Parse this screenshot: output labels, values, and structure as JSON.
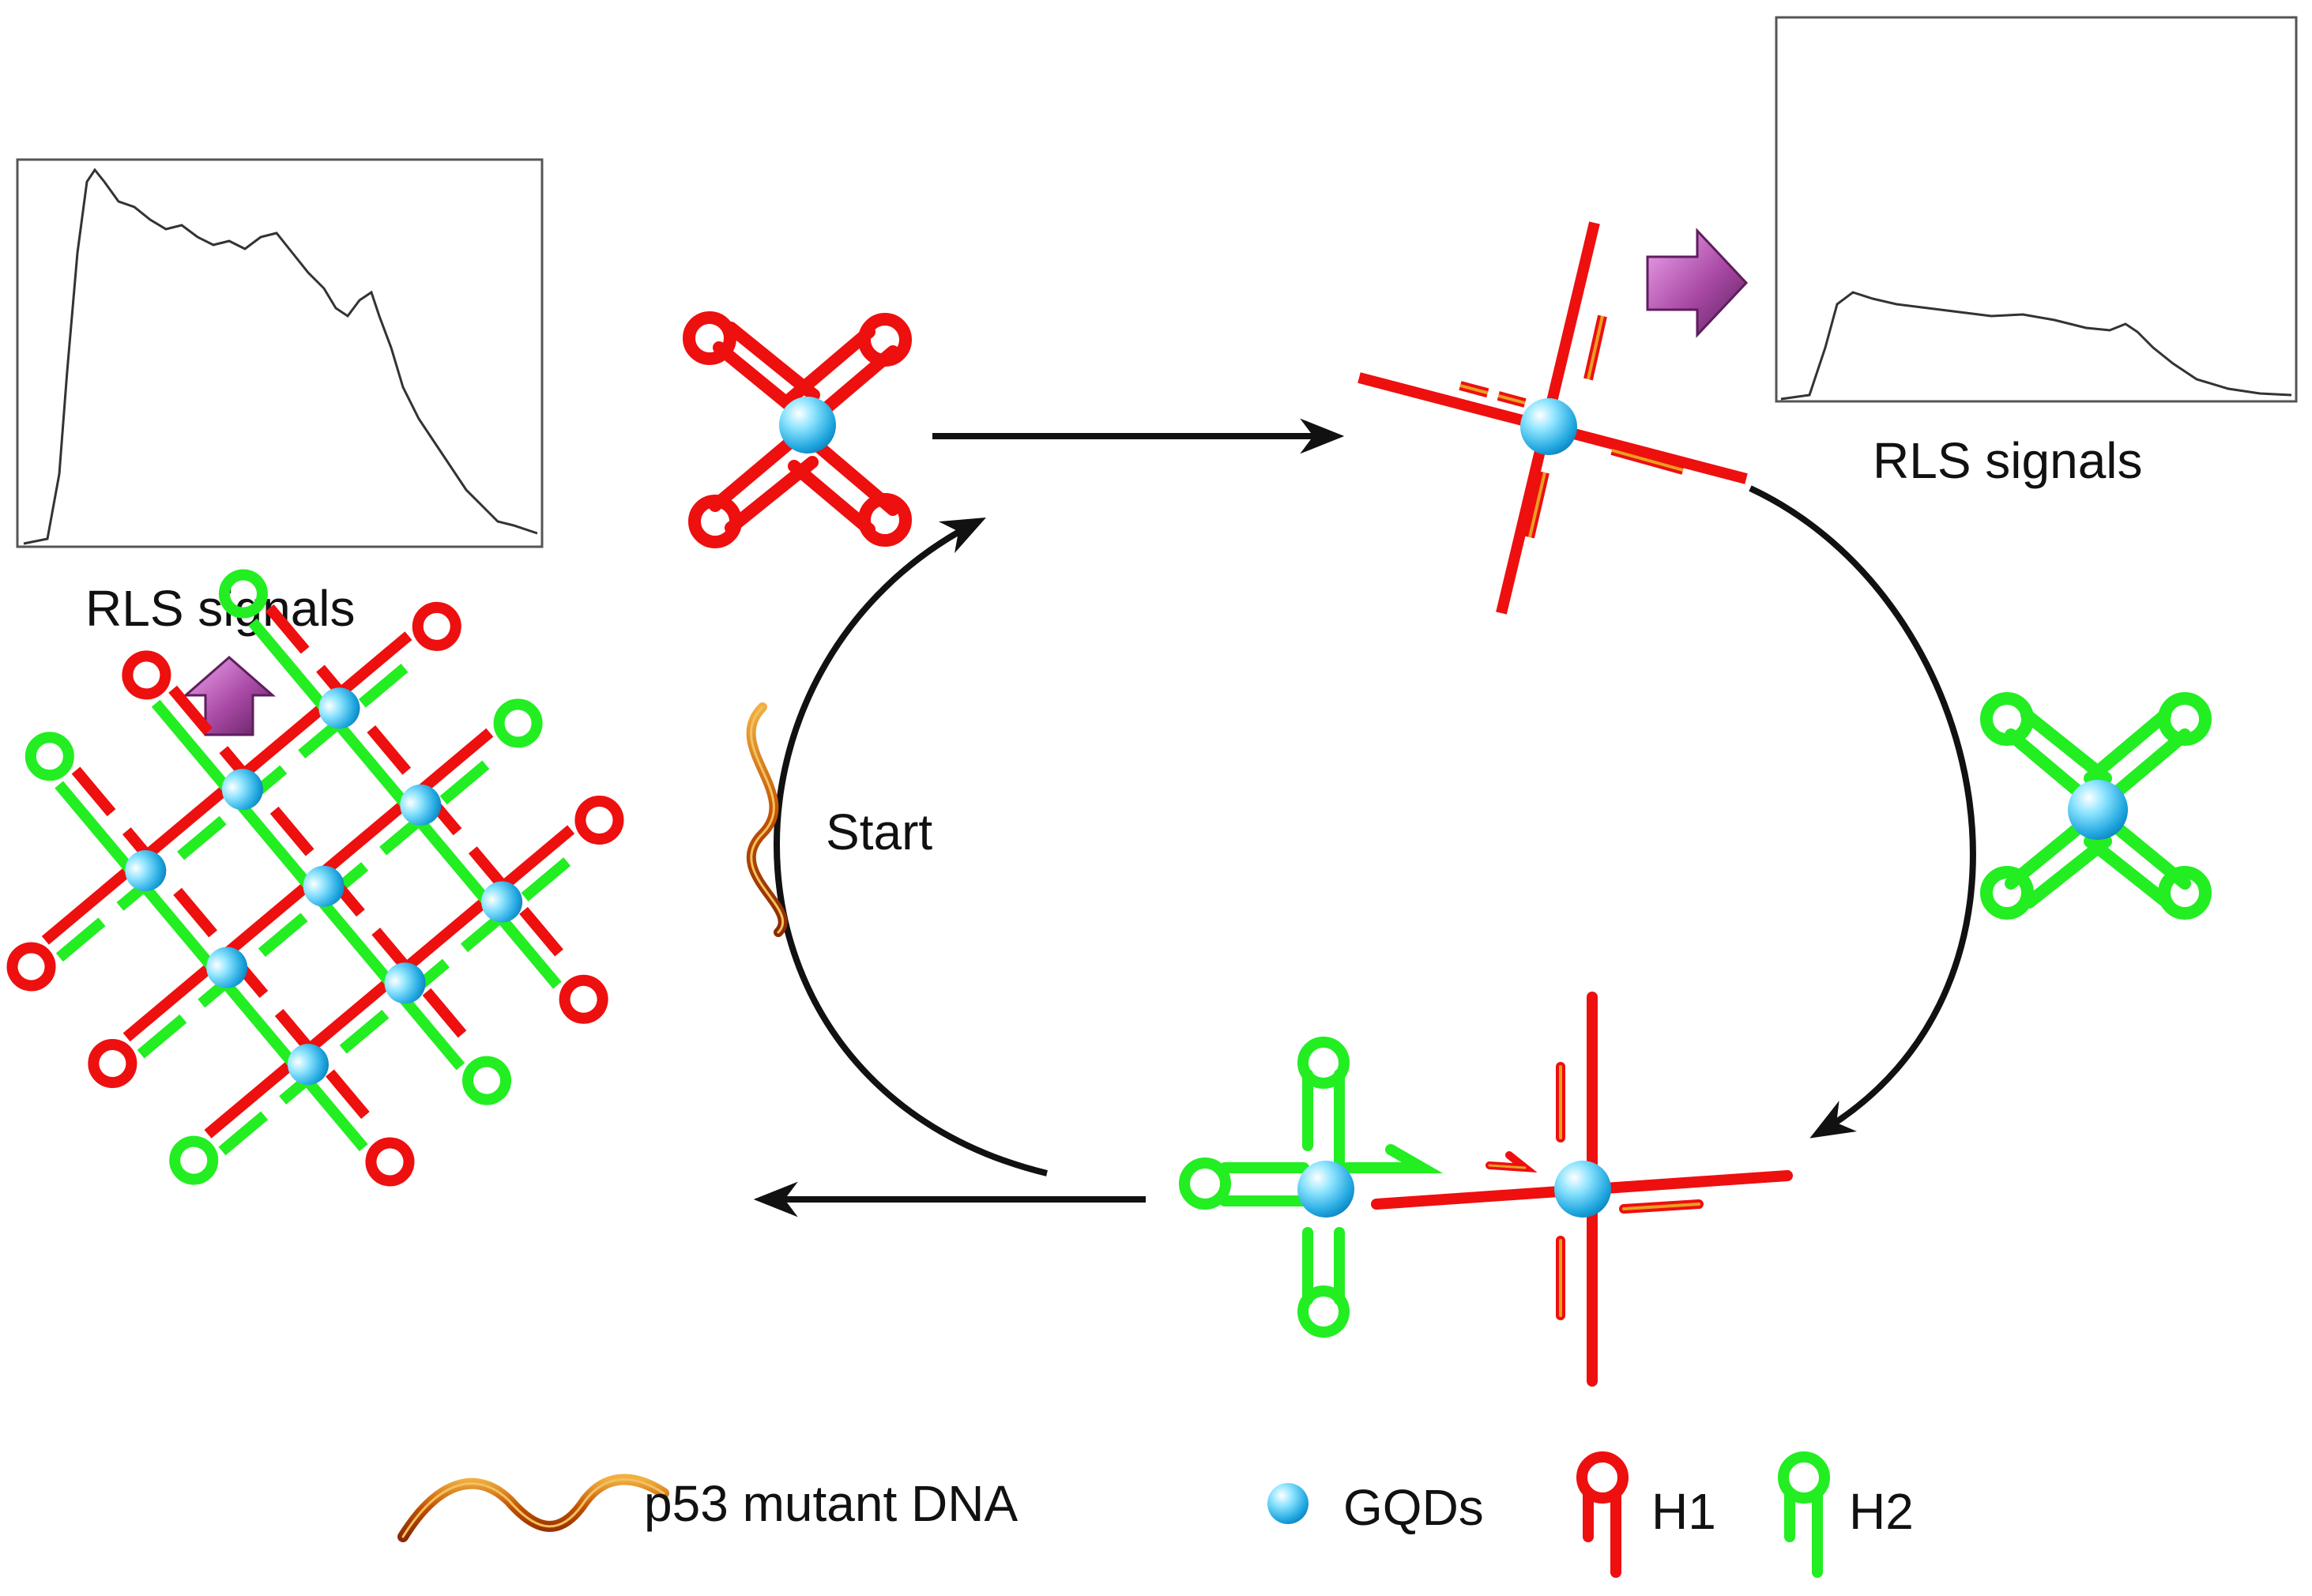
{
  "labels": {
    "rls_left": "RLS signals",
    "rls_right": "RLS signals",
    "start": "Start"
  },
  "legend": {
    "dna": "p53 mutant DNA",
    "gqds": "GQDs",
    "h1": "H1",
    "h2": "H2"
  },
  "colors": {
    "h1": "#ee0f0f",
    "h2": "#22ee22",
    "gqd": "#38b8e8",
    "dna": "#b85a00",
    "arrow_fill": "#9c4a9a",
    "line": "#111111"
  },
  "icons": [
    "rls-spectrum-plot",
    "gqd-sphere-icon",
    "h1-hairpin-icon",
    "h2-hairpin-icon",
    "dna-strand-icon",
    "magenta-arrow-icon"
  ]
}
